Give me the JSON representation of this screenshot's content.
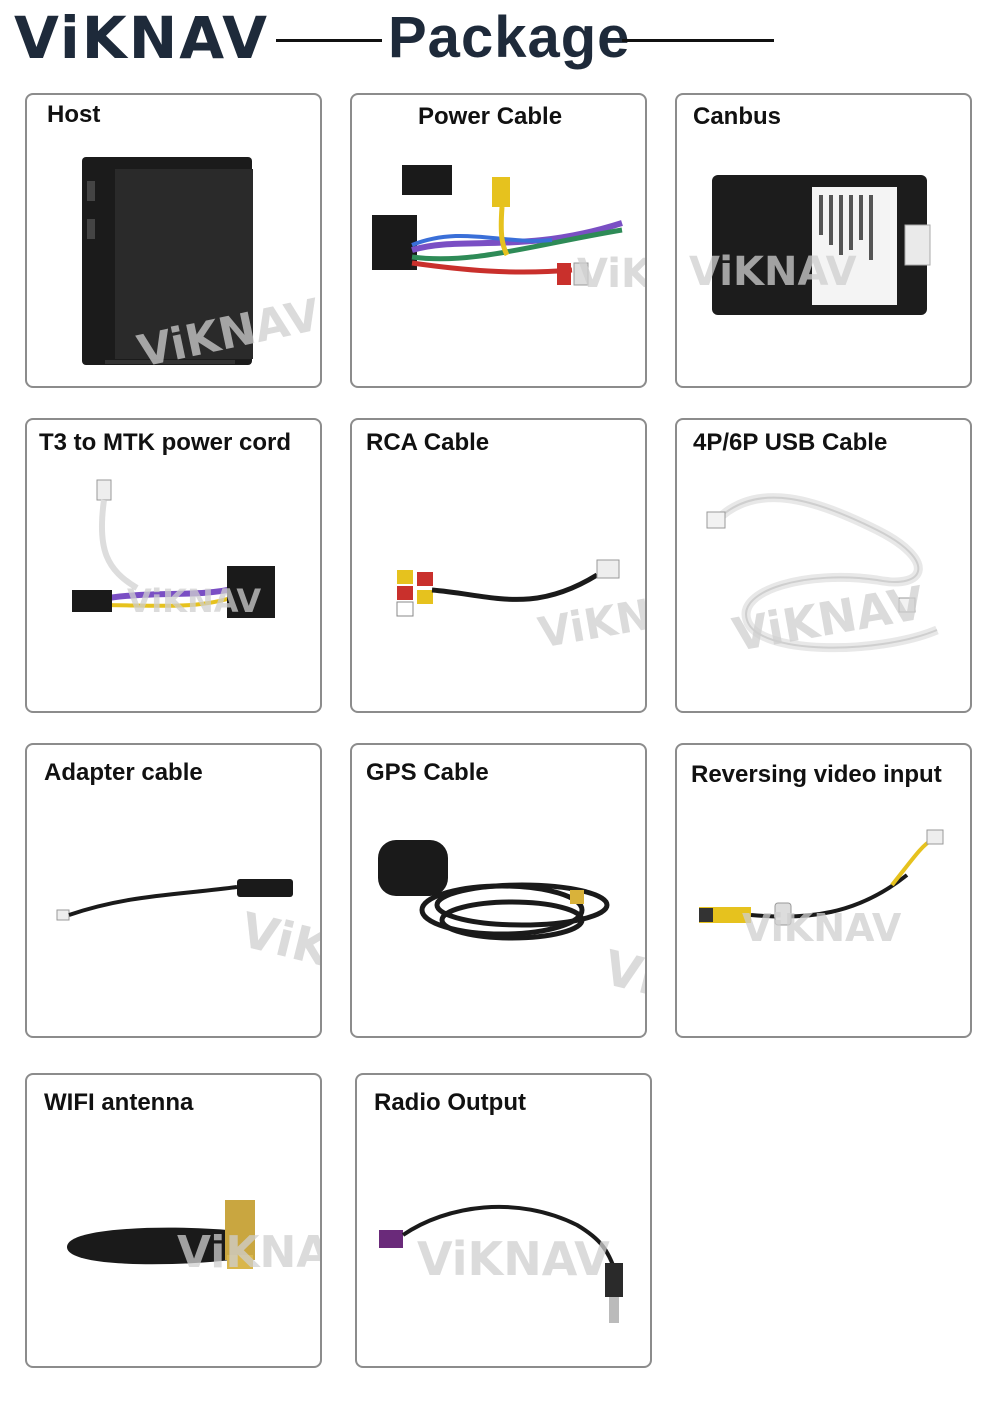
{
  "header": {
    "brand": "ViKNAV",
    "title": "Package"
  },
  "items": [
    {
      "label": "Host",
      "icon": "car-stereo-icon"
    },
    {
      "label": "Power Cable",
      "icon": "power-harness-icon"
    },
    {
      "label": "Canbus",
      "icon": "canbus-box-icon"
    },
    {
      "label": "T3 to MTK power cord",
      "icon": "power-cord-icon"
    },
    {
      "label": "RCA Cable",
      "icon": "rca-cable-icon"
    },
    {
      "label": "4P/6P USB Cable",
      "icon": "usb-cable-icon"
    },
    {
      "label": "Adapter cable",
      "icon": "adapter-cable-icon"
    },
    {
      "label": "GPS Cable",
      "icon": "gps-antenna-icon"
    },
    {
      "label": "Reversing video input",
      "icon": "video-cable-icon"
    },
    {
      "label": "WIFI antenna",
      "icon": "wifi-antenna-icon"
    },
    {
      "label": "Radio Output",
      "icon": "radio-cable-icon"
    }
  ],
  "colors": {
    "brand": "#1e2a3a",
    "card_border": "#8c8c8c",
    "watermark": "#cfcfcf"
  }
}
